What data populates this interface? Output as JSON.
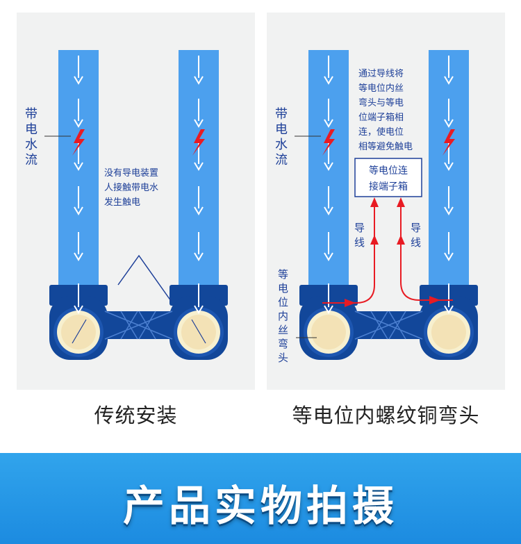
{
  "left_panel": {
    "caption": "传统安装",
    "water_label": [
      "带",
      "电",
      "水",
      "流"
    ],
    "note": [
      "没有导电装置",
      "人接触带电水",
      "发生触电"
    ]
  },
  "right_panel": {
    "caption": "等电位内螺纹铜弯头",
    "water_label": [
      "带",
      "电",
      "水",
      "流"
    ],
    "note": [
      "通过导线将",
      "等电位内丝",
      "弯头与等电",
      "位端子箱相",
      "连，使电位",
      "相等避免触电"
    ],
    "box_label": [
      "等电位连",
      "接端子箱"
    ],
    "wire_label_left": [
      "导",
      "线"
    ],
    "wire_label_right": [
      "导",
      "线"
    ],
    "elbow_label": [
      "等",
      "电",
      "位",
      "内",
      "丝",
      "弯",
      "头"
    ]
  },
  "banner": {
    "title": "产品实物拍摄"
  },
  "colors": {
    "pipe": "#4ca0ee",
    "pipe_edge": "#2f86e0",
    "elbow": "#12479a",
    "wire": "#e81b23",
    "text_blue": "#1d3f98",
    "panel_bg": "#f1f2f2",
    "banner": "#2a9be7"
  },
  "icons": [
    "down-arrow-icon",
    "lightning-icon",
    "up-arrow-icon"
  ]
}
